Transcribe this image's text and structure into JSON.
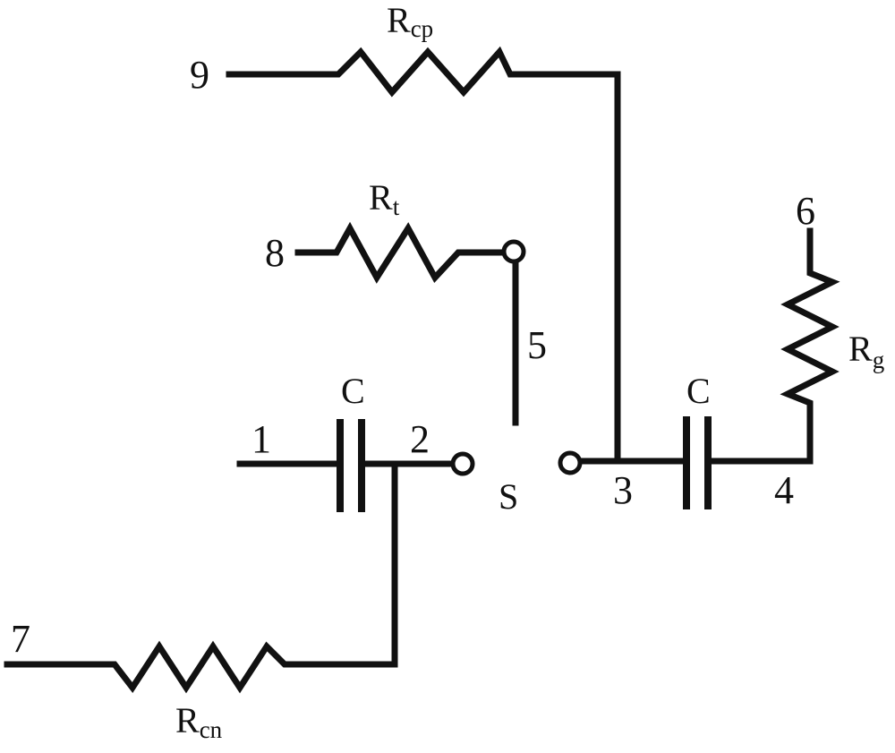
{
  "nodes": {
    "n1": "1",
    "n2": "2",
    "n3": "3",
    "n4": "4",
    "n5": "5",
    "n6": "6",
    "n7": "7",
    "n8": "8",
    "n9": "9"
  },
  "components": {
    "rcp": {
      "main": "R",
      "sub": "cp"
    },
    "rt": {
      "main": "R",
      "sub": "t"
    },
    "rg": {
      "main": "R",
      "sub": "g"
    },
    "rcn": {
      "main": "R",
      "sub": "cn"
    },
    "c_left": "C",
    "c_right": "C",
    "switch": "S"
  },
  "colors": {
    "ink": "#111111",
    "background": "#ffffff"
  }
}
